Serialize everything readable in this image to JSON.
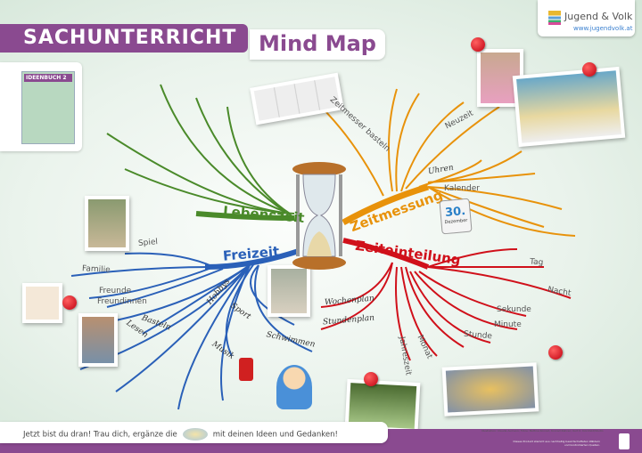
{
  "header": {
    "title": "SACHUNTERRICHT",
    "subtitle": "Mind Map"
  },
  "logo": {
    "name": "Jugend & Volk",
    "url": "www.jugendvolk.at"
  },
  "book": {
    "label": "IDEENBUCH",
    "number": "2"
  },
  "center": {
    "icon": "hourglass-icon"
  },
  "branches": {
    "lebenszeit": {
      "label": "Lebenszeit",
      "color": "#4a8a2a"
    },
    "zeitmessung": {
      "label": "Zeitmessung",
      "color": "#e8920a",
      "items": [
        "Zeitmesser basteln",
        "Neuzeit",
        "Uhren",
        "Kalender"
      ]
    },
    "zeiteinteilung": {
      "label": "Zeiteinteilung",
      "color": "#d0101a",
      "items": [
        "Tag",
        "Nacht",
        "Sekunde",
        "Minute",
        "Stunde",
        "Wochenplan",
        "Stundenplan",
        "Jahreszeit",
        "Monat"
      ]
    },
    "freizeit": {
      "label": "Freizeit",
      "color": "#2a60b8",
      "items": [
        "Spiel",
        "Familie",
        "Freunde",
        "Freundinnen",
        "Basteln",
        "Lesen",
        "Hobbys",
        "Sport",
        "Schwimmen",
        "Musik"
      ]
    }
  },
  "calendar": {
    "day": "30.",
    "month": "Dezember"
  },
  "footer": {
    "text_before": "Jetzt bist du dran! Trau dich, ergänze die",
    "text_after": "mit deinen Ideen und Gedanken!",
    "credits": "Illustration: Claude Aumann; Fotos: Bettina Konrad, Konrad Zehren; Kurt K. Dornfeld/Studio",
    "fsc": "Dieses Produkt stammt aus nachhaltig bewirtschafteten Wäldern und kontrollierten Quellen."
  }
}
